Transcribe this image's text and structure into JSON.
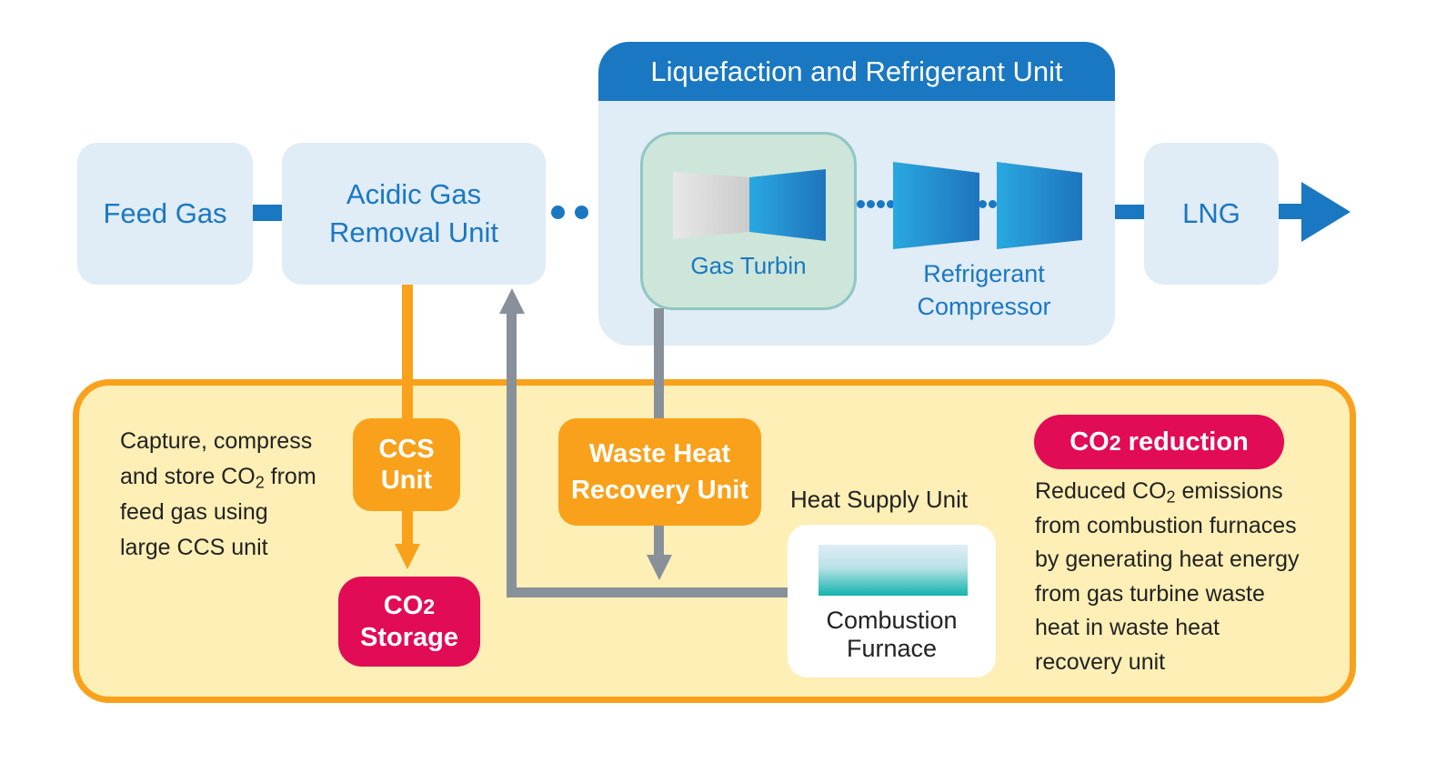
{
  "colors": {
    "primary_blue": "#1a78c2",
    "light_blue_bg": "#e0ecf6",
    "turbine_green_bg": "#cde6d9",
    "turbine_green_border": "#8ec7c3",
    "orange": "#f9a11b",
    "cream_bg": "#fdefb5",
    "magenta": "#e20b55",
    "gray_line": "#88909a",
    "text_dark": "#222222"
  },
  "top_flow": {
    "feed_gas": "Feed Gas",
    "acidic_gas_line1": "Acidic Gas",
    "acidic_gas_line2": "Removal Unit",
    "lng": "LNG"
  },
  "liquefaction_unit": {
    "title": "Liquefaction and Refrigerant Unit",
    "gas_turbine_label": "Gas Turbin",
    "compressor_line1": "Refrigerant",
    "compressor_line2": "Compressor"
  },
  "lower_panel": {
    "ccs_description": {
      "line1": "Capture, compress",
      "line2_pre": "and store CO",
      "line2_sub": "2",
      "line2_post": " from",
      "line3": "feed gas using",
      "line4": "large CCS unit"
    },
    "ccs_unit_line1": "CCS",
    "ccs_unit_line2": "Unit",
    "co2_storage_line1_pre": "CO",
    "co2_storage_line1_sub": "2",
    "co2_storage_line2": "Storage",
    "waste_heat_line1": "Waste Heat",
    "waste_heat_line2": "Recovery Unit",
    "heat_supply_label": "Heat Supply Unit",
    "furnace_line1": "Combustion",
    "furnace_line2": "Furnace",
    "reduction_badge_pre": "CO",
    "reduction_badge_sub": "2",
    "reduction_badge_post": " reduction",
    "reduction_description": {
      "line1_pre": "Reduced CO",
      "line1_sub": "2",
      "line1_post": " emissions",
      "line2": "from combustion furnaces",
      "line3": "by generating heat energy",
      "line4": "from gas turbine waste",
      "line5": "heat in waste heat",
      "line6": "recovery unit"
    }
  }
}
